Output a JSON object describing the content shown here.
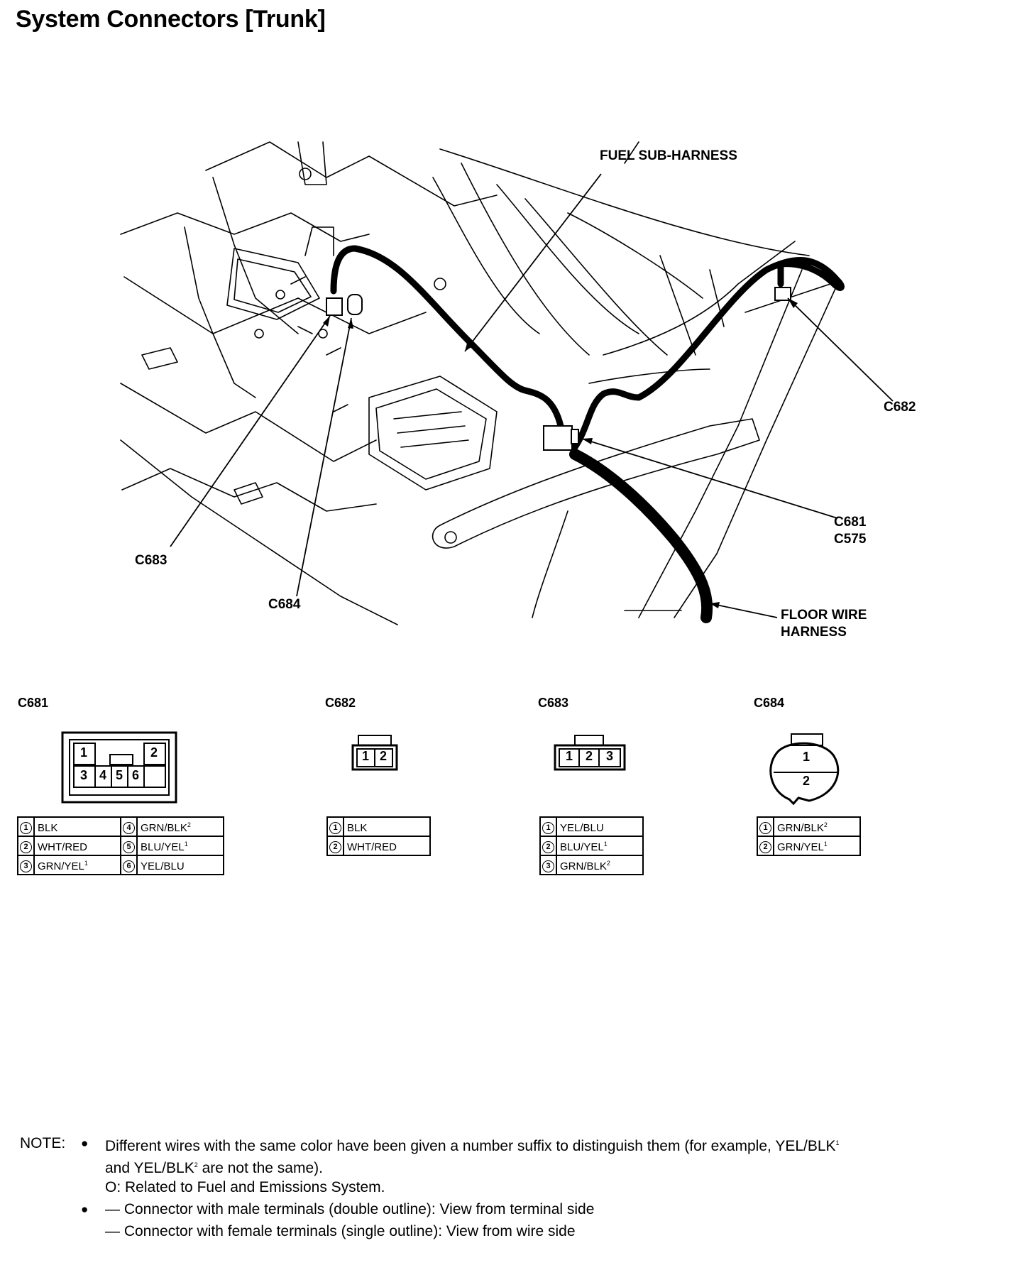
{
  "title": "System Connectors [Trunk]",
  "callouts": {
    "fuel_sub_harness": "FUEL SUB-HARNESS",
    "c682": "C682",
    "c681": "C681",
    "c575": "C575",
    "c683": "C683",
    "c684": "C684",
    "floor_wire_1": "FLOOR WIRE",
    "floor_wire_2": "HARNESS"
  },
  "connectors": [
    {
      "id": "C681",
      "pin_labels": [
        "1",
        "2",
        "3",
        "4",
        "5",
        "6"
      ],
      "pins": [
        {
          "num": "1",
          "color": "BLK",
          "sup": ""
        },
        {
          "num": "2",
          "color": "WHT/RED",
          "sup": ""
        },
        {
          "num": "3",
          "color": "GRN/YEL",
          "sup": "1"
        },
        {
          "num": "4",
          "color": "GRN/BLK",
          "sup": "2"
        },
        {
          "num": "5",
          "color": "BLU/YEL",
          "sup": "1"
        },
        {
          "num": "6",
          "color": "YEL/BLU",
          "sup": ""
        }
      ]
    },
    {
      "id": "C682",
      "pin_labels": [
        "1",
        "2"
      ],
      "pins": [
        {
          "num": "1",
          "color": "BLK",
          "sup": ""
        },
        {
          "num": "2",
          "color": "WHT/RED",
          "sup": ""
        }
      ]
    },
    {
      "id": "C683",
      "pin_labels": [
        "1",
        "2",
        "3"
      ],
      "pins": [
        {
          "num": "1",
          "color": "YEL/BLU",
          "sup": ""
        },
        {
          "num": "2",
          "color": "BLU/YEL",
          "sup": "1"
        },
        {
          "num": "3",
          "color": "GRN/BLK",
          "sup": "2"
        }
      ]
    },
    {
      "id": "C684",
      "pin_labels": [
        "1",
        "2"
      ],
      "pins": [
        {
          "num": "1",
          "color": "GRN/BLK",
          "sup": "2"
        },
        {
          "num": "2",
          "color": "GRN/YEL",
          "sup": "1"
        }
      ]
    }
  ],
  "note": {
    "label": "NOTE:",
    "bullet": "●",
    "line1a": "Different wires with the same color have been given a number suffix to distinguish them (for example, YEL/BLK",
    "line1_sup": "1",
    "line2a": "and YEL/BLK",
    "line2_sup": "2",
    "line2b": " are not the same).",
    "line3": "O: Related to Fuel and Emissions System.",
    "line4": "— Connector with male terminals (double outline): View from terminal side",
    "line5": "— Connector with female terminals (single outline): View from wire side"
  }
}
